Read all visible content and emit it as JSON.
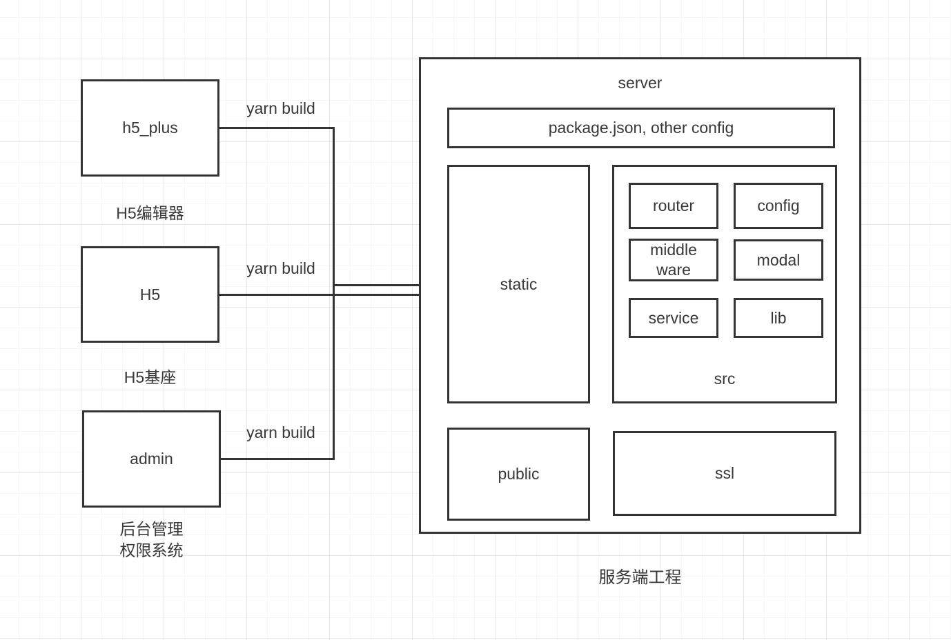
{
  "clients": [
    {
      "label": "h5_plus",
      "caption": "H5编辑器",
      "edge_label": "yarn build"
    },
    {
      "label": "H5",
      "caption": "H5基座",
      "edge_label": "yarn build"
    },
    {
      "label": "admin",
      "caption_line1": "后台管理",
      "caption_line2": "权限系统",
      "edge_label": "yarn build"
    }
  ],
  "server": {
    "title": "server",
    "config_bar_label": "package.json, other config",
    "static_label": "static",
    "src": {
      "label": "src",
      "modules": [
        {
          "label": "router"
        },
        {
          "label": "config"
        },
        {
          "label": "middle ware"
        },
        {
          "label": "modal"
        },
        {
          "label": "service"
        },
        {
          "label": "lib"
        }
      ]
    },
    "public_label": "public",
    "ssl_label": "ssl",
    "caption": "服务端工程"
  },
  "icons": {
    "arrowhead": "right-arrowhead"
  },
  "colors": {
    "line": "#333333",
    "text": "#383838",
    "background": "#ffffff",
    "grid_minor": "#f5f5f5",
    "grid_major": "#e9e9e9"
  }
}
